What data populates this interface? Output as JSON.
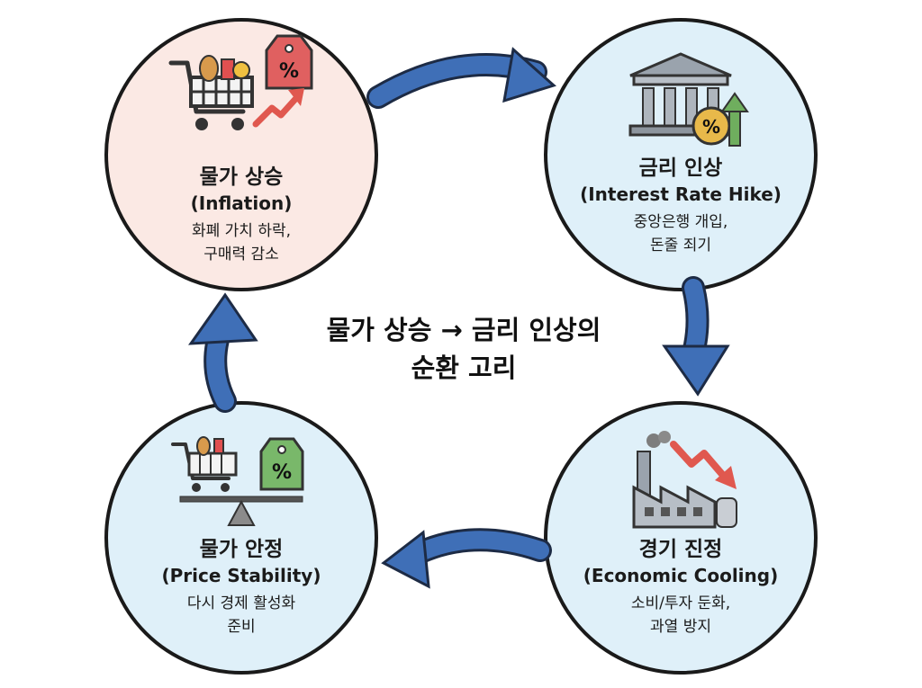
{
  "center_title": {
    "line1": "물가 상승 → 금리 인상의",
    "line2": "순환 고리"
  },
  "nodes": {
    "inflation": {
      "title": "물가 상승",
      "subtitle": "(Inflation)",
      "desc_line1": "화폐 가치 하락,",
      "desc_line2": "구매력 감소",
      "fill": "#fbe9e4"
    },
    "interest": {
      "title": "금리 인상",
      "subtitle": "(Interest Rate Hike)",
      "desc_line1": "중앙은행 개입,",
      "desc_line2": "돈줄 죄기",
      "fill": "#dff0f9"
    },
    "cooling": {
      "title": "경기 진정",
      "subtitle": "(Economic Cooling)",
      "desc_line1": "소비/투자 둔화,",
      "desc_line2": "과열 방지",
      "fill": "#dff0f9"
    },
    "stability": {
      "title": "물가 안정",
      "subtitle": "(Price Stability)",
      "desc_line1": "다시 경제 활성화",
      "desc_line2": "준비",
      "fill": "#dff0f9"
    }
  },
  "icons": {
    "inflation": [
      "shopping-cart-icon",
      "price-tag-icon",
      "rising-arrow-icon"
    ],
    "interest": [
      "bank-building-icon",
      "percent-coin-icon",
      "up-arrow-icon"
    ],
    "cooling": [
      "factory-icon",
      "falling-arrow-icon"
    ],
    "stability": [
      "shopping-cart-icon",
      "balance-scale-icon",
      "price-tag-icon"
    ]
  },
  "tag_symbol": "%",
  "colors": {
    "arrow": "#3f6fb7",
    "arrow_stroke": "#1d2b45",
    "circle_stroke": "#1a1a1a",
    "tag_red": "#e06060",
    "tag_green": "#79b86a",
    "arrow_red": "#e0584f",
    "arrow_green": "#6fae5e"
  }
}
